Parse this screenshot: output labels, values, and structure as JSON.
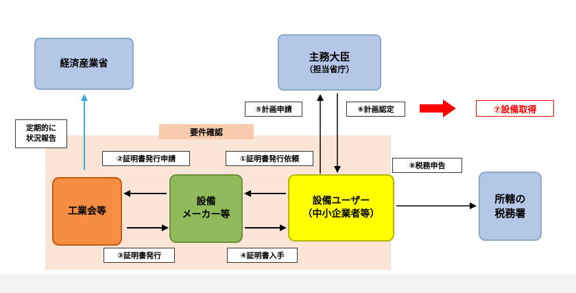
{
  "nodes": {
    "meti": "経済産業省",
    "minister_title": "主務大臣",
    "minister_sub": "（担当省庁）",
    "kogyokai": "工業会等",
    "maker_line1": "設備",
    "maker_line2": "メーカー等",
    "user_line1": "設備ユーザー",
    "user_line2": "（中小企業者等）",
    "tax_line1": "所轄の",
    "tax_line2": "税務署"
  },
  "labels": {
    "periodic_report_line1": "定期的に",
    "periodic_report_line2": "状況報告",
    "requirement_check": "要件確認",
    "step1": "①証明書発行依頼",
    "step2": "②証明書発行申請",
    "step3": "③証明書発行",
    "step4": "④証明書入手",
    "step5": "⑤計画申請",
    "step6": "⑥計画認定",
    "step7": "⑦設備取得",
    "step8": "⑧税務申告"
  },
  "colors": {
    "blue_box": "#b4c7e7",
    "orange_box": "#f58d42",
    "green_box": "#8fbb5a",
    "yellow_box": "#ffff00",
    "peach_bg": "#fbe5d6",
    "tag_bg": "#f8cbad",
    "red": "#ff0000",
    "cyan_arrow": "#3fa9dd"
  }
}
